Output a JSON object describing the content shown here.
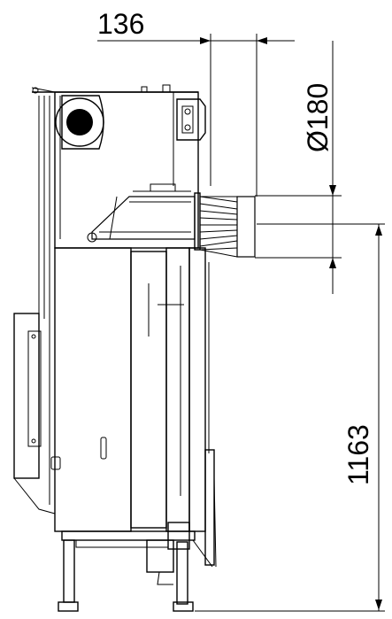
{
  "dimensions": {
    "offset_width": "136",
    "flue_diameter": "Ø180",
    "height": "1163"
  },
  "colors": {
    "line": "#000000",
    "background": "#ffffff"
  }
}
